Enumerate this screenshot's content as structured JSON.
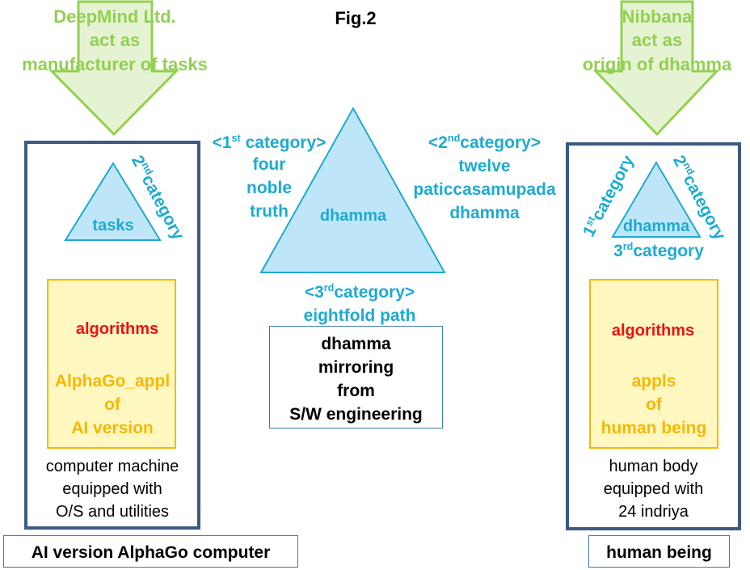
{
  "figure": {
    "title": "Fig.2"
  },
  "left": {
    "arrow_text": [
      "DeepMind Ltd.",
      "act as",
      "manufacturer of tasks"
    ],
    "triangle_label": "tasks",
    "side_category": {
      "num": "2",
      "sup": "nd",
      "word": "category"
    },
    "circle_label": "algorithms",
    "app_text": [
      "AlphaGo_appl",
      "of",
      "AI version"
    ],
    "machine_text": [
      "computer machine",
      "equipped with",
      "O/S and utilities"
    ],
    "caption": "AI version AlphaGo computer"
  },
  "center": {
    "triangle_label": "dhamma",
    "cat1": {
      "open": "<1",
      "sup": "st",
      "word": " category>",
      "lines": [
        "four",
        "noble",
        "truth"
      ]
    },
    "cat2": {
      "open": "<2",
      "sup": "nd",
      "word": "category>",
      "lines": [
        "twelve",
        "paticcasamupada",
        "dhamma"
      ]
    },
    "cat3": {
      "open": "<3",
      "sup": "rd",
      "word": "category>",
      "line": "eightfold path"
    },
    "box_text": [
      "dhamma",
      "mirroring",
      "from",
      "S/W engineering"
    ]
  },
  "right": {
    "arrow_text": [
      "Nibbana",
      "act as",
      "origin of dhamma"
    ],
    "triangle_label": "dhamma",
    "cat_left": {
      "num": "1",
      "sup": "st",
      "word": "category"
    },
    "cat_right": {
      "num": "2",
      "sup": "nd",
      "word": "category"
    },
    "cat_bottom": {
      "num": "3",
      "sup": "rd",
      "word": "category"
    },
    "circle_label": "algorithms",
    "app_text": [
      "appls",
      "of",
      "human being"
    ],
    "body_text": [
      "human body",
      "equipped with",
      "24 indriya"
    ],
    "caption": "human being"
  },
  "colors": {
    "arrow_fill": "#e6f3d3",
    "arrow_stroke": "#92d050",
    "triangle_fill": "#bfe6f8",
    "triangle_stroke": "#1eaad2",
    "circle_fill": "#f8b895",
    "circle_stroke": "#ee1111",
    "frame_stroke": "#3d5a85"
  }
}
